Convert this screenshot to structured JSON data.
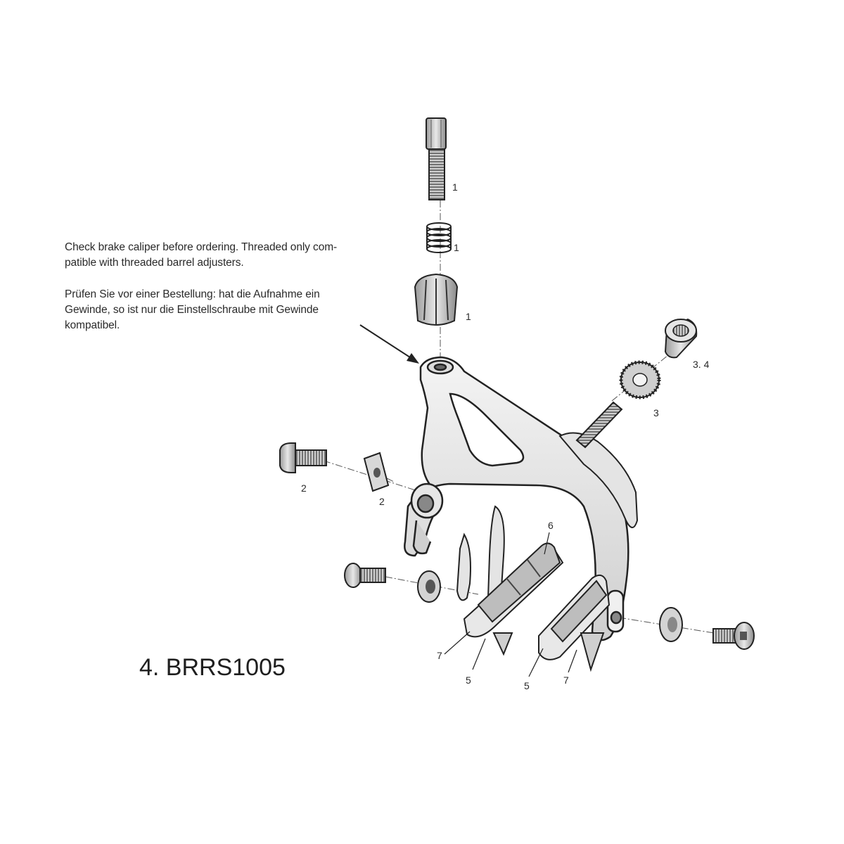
{
  "notes": {
    "english": "Check brake caliper before ordering. Threaded only com-\npatible with threaded barrel adjusters.",
    "german": "Prüfen Sie vor einer Bestellung: hat die Aufnahme ein\nGewinde, so ist nur die Einstellschraube mit Gewinde\nkompatibel."
  },
  "part_title": "4. BRRS1005",
  "callouts": {
    "barrel_screw": "1",
    "spring": "1",
    "adjuster_nut": "1",
    "pivot_bolt_left": "2",
    "washer_left": "2",
    "serrated_washer": "3",
    "mount_bolt": "3",
    "recessed_nut": "3. 4",
    "pad_holder_left": "5",
    "pad_holder_right": "5",
    "brake_pad_insert": "6",
    "brake_shoe_left": "7",
    "brake_shoe_right": "7"
  }
}
